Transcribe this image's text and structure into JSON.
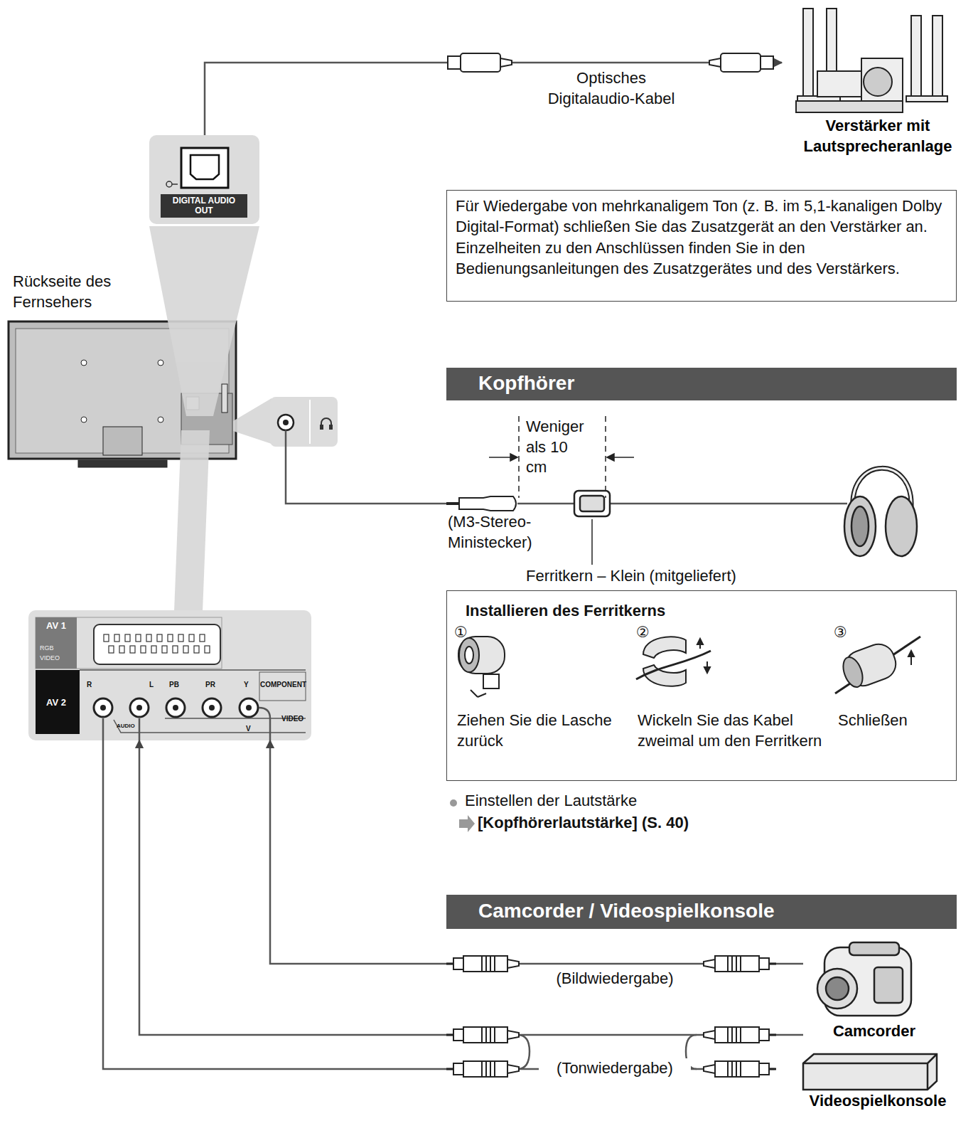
{
  "diagram": {
    "nodes": [
      {
        "text": [
          "DIGITAL AUDIO OUT"
        ]
      },
      {
        "text": [
          "Verstärker mit Lautsprecheranlage"
        ]
      },
      {
        "text": [
          "Für Wiedergabe von mehrkanaligem Ton (z. B. im 5,1-kanaligen Dolby Digital-Format) schließen Sie das Zusatzgerät an den Verstärker an.",
          "Einzelheiten zu den Anschlüssen finden Sie in den Bedienungsanleitungen des Zusatzgerätes und des Verstärkers."
        ]
      },
      {
        "text": [
          "Kopfhörer"
        ]
      },
      {
        "text": [
          "Installieren des Ferritkerns",
          "①",
          "Ziehen Sie die Lasche zurück",
          "②",
          "Wickeln Sie das Kabel zweimal um den Ferritkern",
          "③",
          "Schließen"
        ]
      },
      {
        "text": [
          "AV 1",
          "RGB",
          "VIDEO",
          "AV 2",
          "R",
          "L",
          "PB",
          "PR",
          "Y",
          "COMPONENT",
          "AUDIO",
          "V",
          "VIDEO"
        ]
      },
      {
        "text": [
          "Camcorder / Videospielkonsole"
        ]
      },
      {
        "text": [
          "Camcorder"
        ]
      },
      {
        "text": [
          "Videospielkonsole"
        ]
      }
    ],
    "edges": [
      {
        "from": 0,
        "to": 1,
        "arrow": "to",
        "label": "Optisches Digitalaudio-Kabel"
      },
      {
        "from": 7,
        "to": 5,
        "arrow": "to",
        "label": "(Bildwiedergabe)"
      },
      {
        "from": 7,
        "to": 5,
        "arrow": "to",
        "label": "(Tonwiedergabe)"
      }
    ],
    "labels": [
      "Rückseite des Fernsehers",
      "Weniger als 10 cm",
      "(M3-Stereo-Ministecker)",
      "Ferritkern – Klein (mitgeliefert)",
      "Einstellen der Lautstärke",
      "[Kopfhörerlautstärke] (S. 40)"
    ]
  }
}
